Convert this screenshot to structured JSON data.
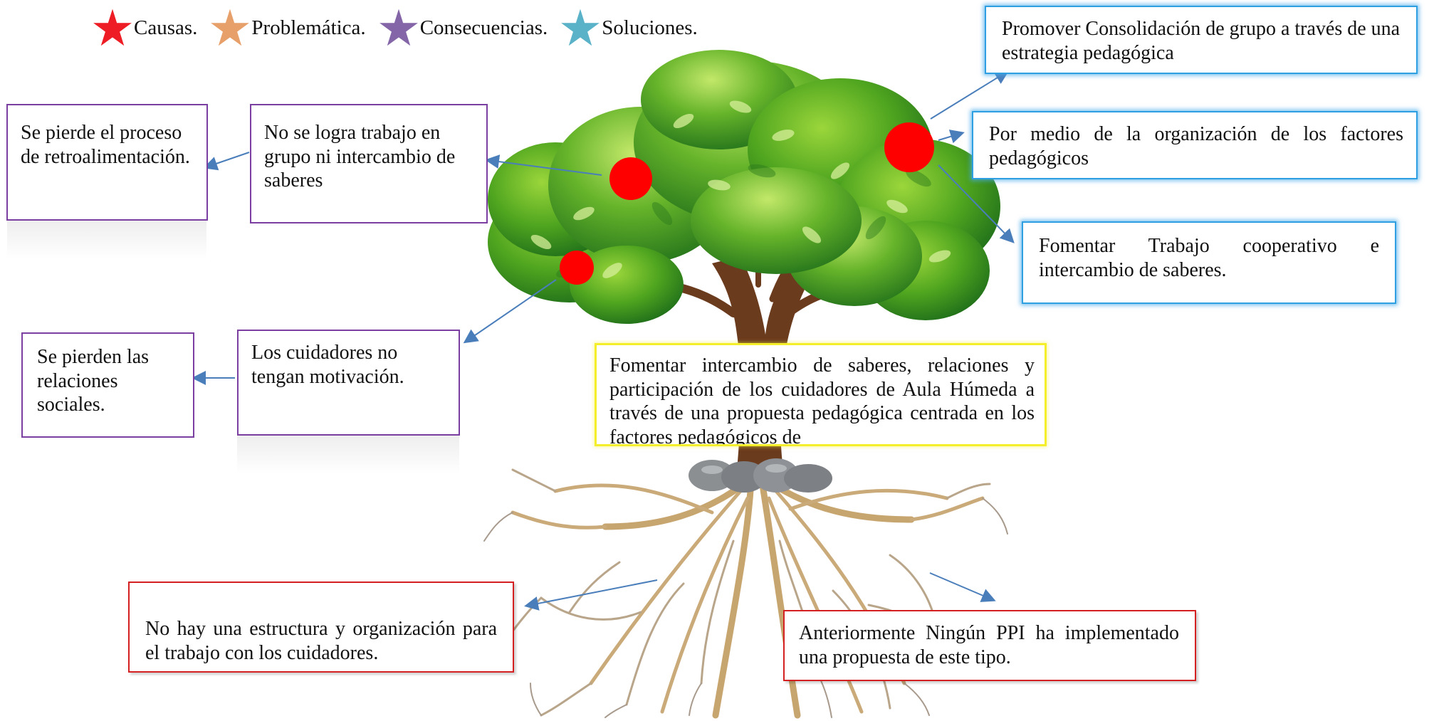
{
  "legend": [
    {
      "label": "Causas.",
      "color": "#ee1c24"
    },
    {
      "label": "Problemática.",
      "color": "#e8a06a"
    },
    {
      "label": "Consecuencias.",
      "color": "#8466a8"
    },
    {
      "label": "Soluciones.",
      "color": "#5ab2c8"
    }
  ],
  "boxes": {
    "solution_group": "Promover Consolidación de grupo a través de una estrategia pedagógica",
    "solution_factors": "Por medio de la organización de los factores pedagógicos",
    "solution_coop": "Fomentar Trabajo cooperativo e intercambio de saberes.",
    "consequence_feedback": "Se pierde el proceso de retroalimentación.",
    "problem_group": "No se logra trabajo en grupo ni intercambio de saberes",
    "consequence_social": "Se pierden las relaciones sociales.",
    "problem_motivation": "Los cuidadores no tengan motivación.",
    "central_problem": "Fomentar intercambio de saberes, relaciones y participación de los cuidadores de Aula Húmeda a través de una propuesta pedagógica centrada en los factores pedagógicos de",
    "cause_structure": "No hay una estructura y organización para el trabajo con los cuidadores.",
    "cause_ppi": "Anteriormente Ningún PPI ha implementado una propuesta de este tipo."
  },
  "colors": {
    "cause_marker": "#ff0000",
    "purple_border": "#7a3fa0",
    "blue_border": "#2e9fe0",
    "red_border": "#d42020",
    "yellow_border": "#f4ef2a",
    "arrow": "#4a7ebb"
  },
  "icons": [
    "star-icon",
    "tree-illustration",
    "roots-illustration",
    "rocks-illustration"
  ]
}
